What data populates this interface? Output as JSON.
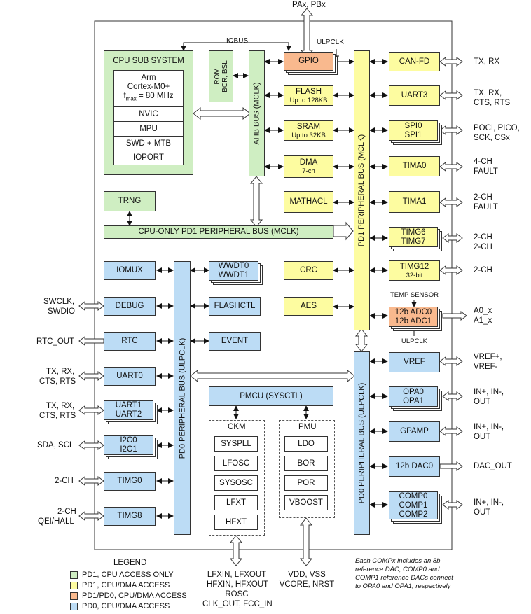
{
  "chip": {
    "top_pins": "PAx, PBx",
    "iobus": "IOBUS",
    "ulpclk_top": "ULPCLK",
    "ulpclk_adc": "ULPCLK",
    "temp_sensor": "TEMP SENSOR"
  },
  "cpu": {
    "title": "CPU SUB SYSTEM",
    "core_line1": "Arm",
    "core_line2": "Cortex-M0+",
    "core_line3": "f",
    "core_line3_sub": "max",
    "core_line3_rest": " = 80 MHz",
    "items": [
      "NVIC",
      "MPU",
      "SWD + MTB",
      "IOPORT"
    ]
  },
  "rom": {
    "line1": "ROM",
    "line2": "BCR, BSL"
  },
  "buses": {
    "ahb": "AHB BUS (MCLK)",
    "pd1": "PD1 PERIPHERAL BUS (MCLK)",
    "cpu_only": "CPU-ONLY  PD1 PERIPHERAL BUS (MCLK)",
    "pd0_left": "PD0 PERIPHERAL BUS (ULPCLK)",
    "pd0_right": "PD0 PERIPHERAL BUS (ULPCLK)"
  },
  "mid_blocks": {
    "gpio": "GPIO",
    "flash_1": "FLASH",
    "flash_2": "Up to 128KB",
    "sram_1": "SRAM",
    "sram_2": "Up to 32KB",
    "dma_1": "DMA",
    "dma_2": "7-ch",
    "mathacl": "MATHACL",
    "crc": "CRC",
    "aes": "AES",
    "trng": "TRNG"
  },
  "right_blocks": {
    "canfd": "CAN-FD",
    "uart3": "UART3",
    "spi_1": "SPI0",
    "spi_2": "SPI1",
    "tima0": "TIMA0",
    "tima1": "TIMA1",
    "timg6": "TIMG6",
    "timg7": "TIMG7",
    "timg12_1": "TIMG12",
    "timg12_2": "32-bit",
    "adc_1": "12b ADC0",
    "adc_2": "12b ADC1",
    "vref": "VREF",
    "opa_1": "OPA0",
    "opa_2": "OPA1",
    "gpamp": "GPAMP",
    "dac": "12b DAC0",
    "comp_1": "COMP0",
    "comp_2": "COMP1",
    "comp_3": "COMP2"
  },
  "right_pins": {
    "canfd": "TX, RX",
    "uart3_1": "TX, RX,",
    "uart3_2": "CTS, RTS",
    "spi_1": "POCI, PICO,",
    "spi_2": "SCK, CSx",
    "tima0_1": "4-CH",
    "tima0_2": "FAULT",
    "tima1_1": "2-CH",
    "tima1_2": "FAULT",
    "timg67_1": "2-CH",
    "timg67_2": "2-CH",
    "timg12": "2-CH",
    "adc_1": "A0_x",
    "adc_2": "A1_x",
    "vref_1": "VREF+,",
    "vref_2": "VREF-",
    "opa_1": "IN+, IN-,",
    "opa_2": "OUT",
    "gpamp_1": "IN+, IN-,",
    "gpamp_2": "OUT",
    "dac": "DAC_OUT",
    "comp_1": "IN+, IN-,",
    "comp_2": "OUT"
  },
  "left_blocks": {
    "iomux": "IOMUX",
    "debug": "DEBUG",
    "rtc": "RTC",
    "uart0": "UART0",
    "uart12_1": "UART1",
    "uart12_2": "UART2",
    "i2c_1": "I2C0",
    "i2c_2": "I2C1",
    "timg0": "TIMG0",
    "timg8": "TIMG8"
  },
  "left_pins": {
    "debug_1": "SWCLK,",
    "debug_2": "SWDIO",
    "rtc": "RTC_OUT",
    "uart0_1": "TX, RX,",
    "uart0_2": "CTS, RTS",
    "uart12_1": "TX, RX,",
    "uart12_2": "CTS, RTS",
    "i2c": "SDA, SCL",
    "timg0": "2-CH",
    "timg8_1": "2-CH",
    "timg8_2": "QEI/HALL"
  },
  "inner_blocks": {
    "wwdt_1": "WWDT0",
    "wwdt_2": "WWDT1",
    "flashctl": "FLASHCTL",
    "event": "EVENT",
    "pmcu": "PMCU (SYSCTL)"
  },
  "ckm": {
    "title": "CKM",
    "items": [
      "SYSPLL",
      "LFOSC",
      "SYSOSC",
      "LFXT",
      "HFXT"
    ]
  },
  "pmu": {
    "title": "PMU",
    "items": [
      "LDO",
      "BOR",
      "POR",
      "VBOOST"
    ]
  },
  "bottom_pins": {
    "ckm": [
      "LFXIN, LFXOUT",
      "HFXIN, HFXOUT",
      "ROSC",
      "CLK_OUT, FCC_IN"
    ],
    "pmu": [
      "VDD, VSS",
      "VCORE, NRST"
    ]
  },
  "note": [
    "Each COMPx includes an 8b",
    "reference DAC; COMP0 and",
    "COMP1 reference DACs connect",
    "to OPA0 and OPA1, respectively"
  ],
  "legend": {
    "title": "LEGEND",
    "items": [
      {
        "label": "PD1, CPU ACCESS ONLY",
        "color": "#cfeec2"
      },
      {
        "label": "PD1, CPU/DMA ACCESS",
        "color": "#fdfca0"
      },
      {
        "label": "PD1/PD0, CPU/DMA ACCESS",
        "color": "#f9b98e"
      },
      {
        "label": "PD0, CPU/DMA ACCESS",
        "color": "#bcdcf5"
      }
    ]
  }
}
